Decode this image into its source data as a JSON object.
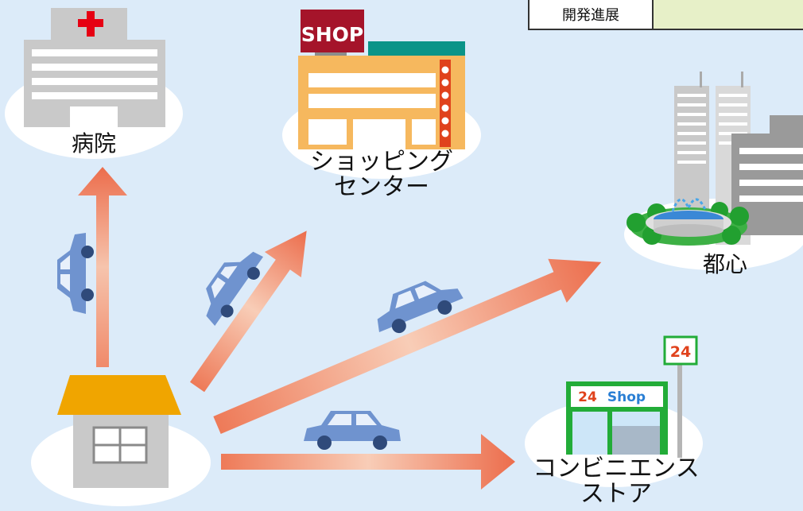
{
  "badge": {
    "label": "開発進展"
  },
  "places": {
    "hospital": "病院",
    "shopping_center": [
      "ショッピング",
      "センター"
    ],
    "city_center": "都心",
    "convenience_store": [
      "コンビニエンス",
      "ストア"
    ]
  },
  "signs": {
    "shop_sign": "SHOP",
    "store_sign_number": "24",
    "store_sign_word": "Shop",
    "pole_sign": "24"
  },
  "icons": [
    "hospital-icon",
    "shopping-center-icon",
    "city-skyline-icon",
    "fountain-icon",
    "convenience-store-icon",
    "house-icon",
    "car-icon",
    "arrow-icon"
  ],
  "colors": {
    "background": "#dcebf9",
    "arrow": "#ee7a55",
    "car": "#6f93cf",
    "hospital_cross": "#e60012",
    "shop_sign": "#a5142a",
    "shop_body": "#f6b85e",
    "store_green": "#22ac38",
    "house_roof": "#f0a500"
  }
}
